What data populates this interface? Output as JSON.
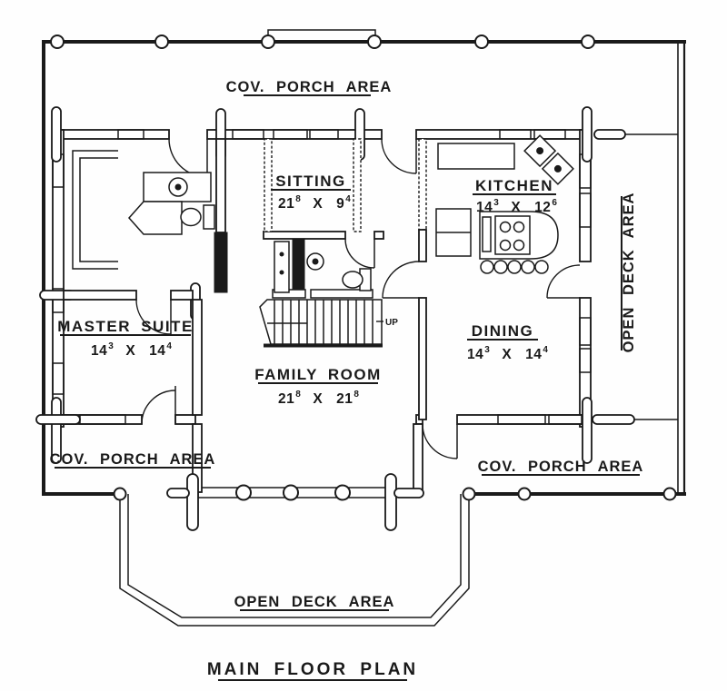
{
  "title": "MAIN FLOOR PLAN",
  "areas": {
    "cov_porch_top": "COV. PORCH AREA",
    "cov_porch_bottom_left": "COV. PORCH AREA",
    "cov_porch_bottom_right": "COV. PORCH AREA",
    "open_deck_right": "OPEN DECK AREA",
    "open_deck_bottom": "OPEN DECK AREA"
  },
  "rooms": {
    "sitting": {
      "name": "SITTING",
      "dim": {
        "a_ft": "21",
        "a_in": "8",
        "sep": "X",
        "b_ft": "9",
        "b_in": "4"
      }
    },
    "kitchen": {
      "name": "KITCHEN",
      "dim": {
        "a_ft": "14",
        "a_in": "3",
        "sep": "X",
        "b_ft": "12",
        "b_in": "6"
      }
    },
    "master_suite": {
      "name": "MASTER SUITE",
      "dim": {
        "a_ft": "14",
        "a_in": "3",
        "sep": "X",
        "b_ft": "14",
        "b_in": "4"
      }
    },
    "dining": {
      "name": "DINING",
      "dim": {
        "a_ft": "14",
        "a_in": "3",
        "sep": "X",
        "b_ft": "14",
        "b_in": "4"
      }
    },
    "family_room": {
      "name": "FAMILY ROOM",
      "dim": {
        "a_ft": "21",
        "a_in": "8",
        "sep": "X",
        "b_ft": "21",
        "b_in": "8"
      }
    }
  },
  "annotations": {
    "up": "UP"
  },
  "colors": {
    "ink": "#1a1a1a",
    "paper": "#ffffff"
  }
}
